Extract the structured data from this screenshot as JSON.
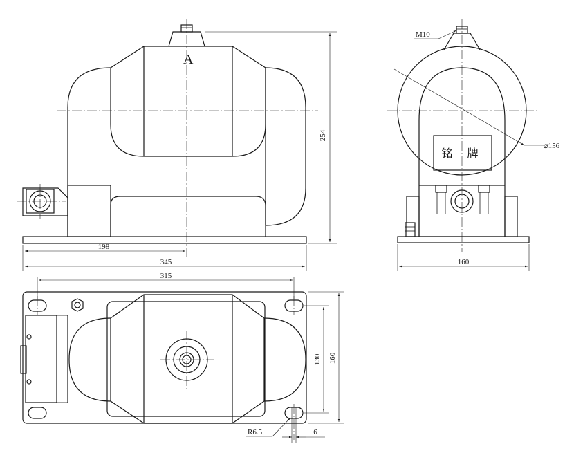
{
  "front_view": {
    "dim_height": "254",
    "dim_to_center": "198",
    "dim_overall_length": "345",
    "terminal_mark": "A"
  },
  "side_view": {
    "thread_label": "M10",
    "diameter_label": "⌀156",
    "nameplate_text": "铭 牌",
    "dim_width": "160"
  },
  "plan_view": {
    "dim_hole_spacing_x": "315",
    "dim_hole_spacing_y": "130",
    "dim_overall_width": "160",
    "radius_label": "R6.5",
    "slot_width_label": "6"
  }
}
